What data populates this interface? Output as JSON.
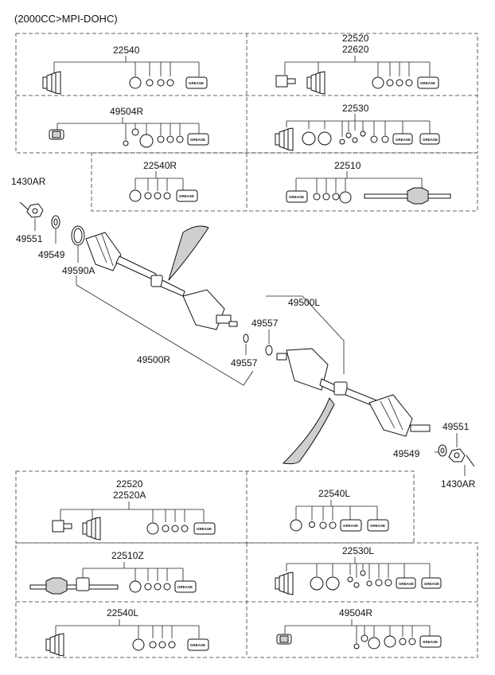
{
  "header": {
    "title": "(2000CC>MPI-DOHC)"
  },
  "kits_top": {
    "k22540": "22540",
    "k22520_a": "22520",
    "k22520_b": "22620",
    "k49504R": "49504R",
    "k22530": "22530",
    "k22540R": "22540R",
    "k22510": "22510"
  },
  "callouts": {
    "c1430AR_left": "1430AR",
    "c49551_left": "49551",
    "c49549_left": "49549",
    "c49590A": "49590A",
    "c49500R": "49500R",
    "c49557_upper": "49557",
    "c49557_lower": "49557",
    "c49500L": "49500L",
    "c49551_right": "49551",
    "c49549_right": "49549",
    "c1430AR_right": "1430AR"
  },
  "kits_bottom": {
    "k22520_a": "22520",
    "k22520_b": "22520A",
    "k22540L_a": "22540L",
    "k22510Z": "22510Z",
    "k22530L": "22530L",
    "k22540L_b": "22540L",
    "k49504R": "49504R"
  },
  "grease_label": "GREASE",
  "icons": [
    "cv-boot-icon",
    "tripod-joint-icon",
    "clamp-ring-icon",
    "grease-tube-icon",
    "drive-shaft-icon",
    "nut-icon",
    "washer-icon",
    "cotter-pin-icon",
    "snap-ring-icon"
  ]
}
